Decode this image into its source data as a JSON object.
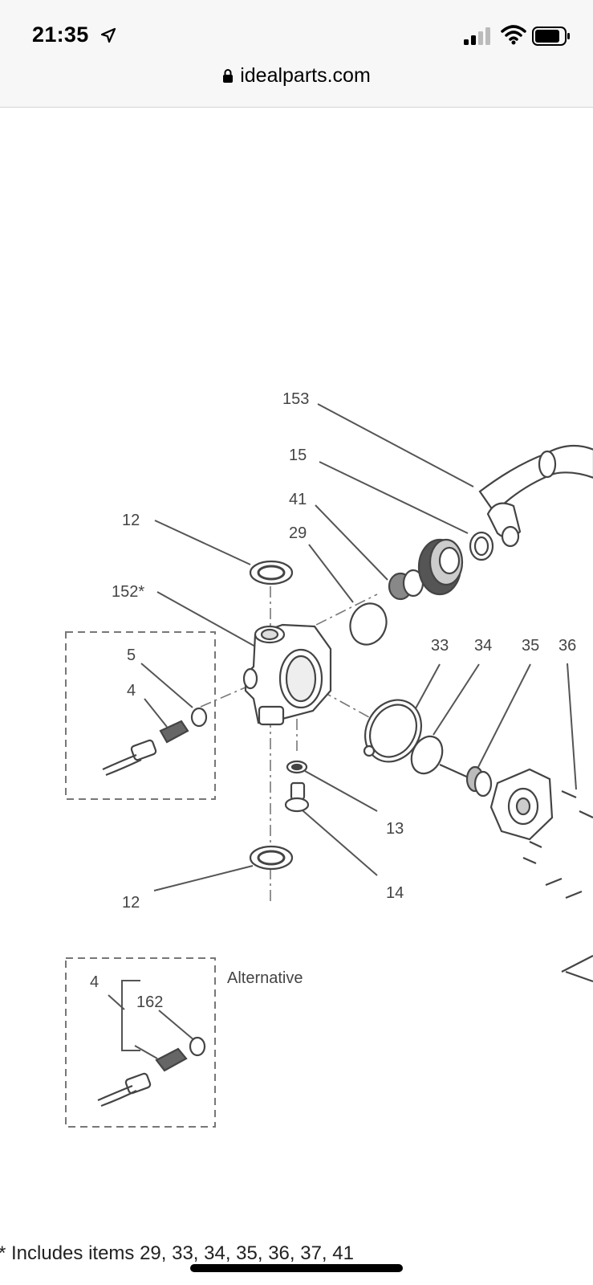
{
  "status_bar": {
    "time": "21:35",
    "icons": [
      "location-arrow-icon",
      "cellular-signal-icon",
      "wifi-icon",
      "battery-icon"
    ]
  },
  "browser": {
    "url": "idealparts.com",
    "lock_icon": "lock-icon"
  },
  "diagram": {
    "callouts": [
      "153",
      "15",
      "41",
      "29",
      "12",
      "152*",
      "5",
      "4",
      "33",
      "34",
      "35",
      "36",
      "13",
      "14",
      "12",
      "4",
      "162"
    ],
    "alternative_label": "Alternative",
    "footnote": "* Includes items 29, 33, 34, 35, 36, 37, 41"
  }
}
